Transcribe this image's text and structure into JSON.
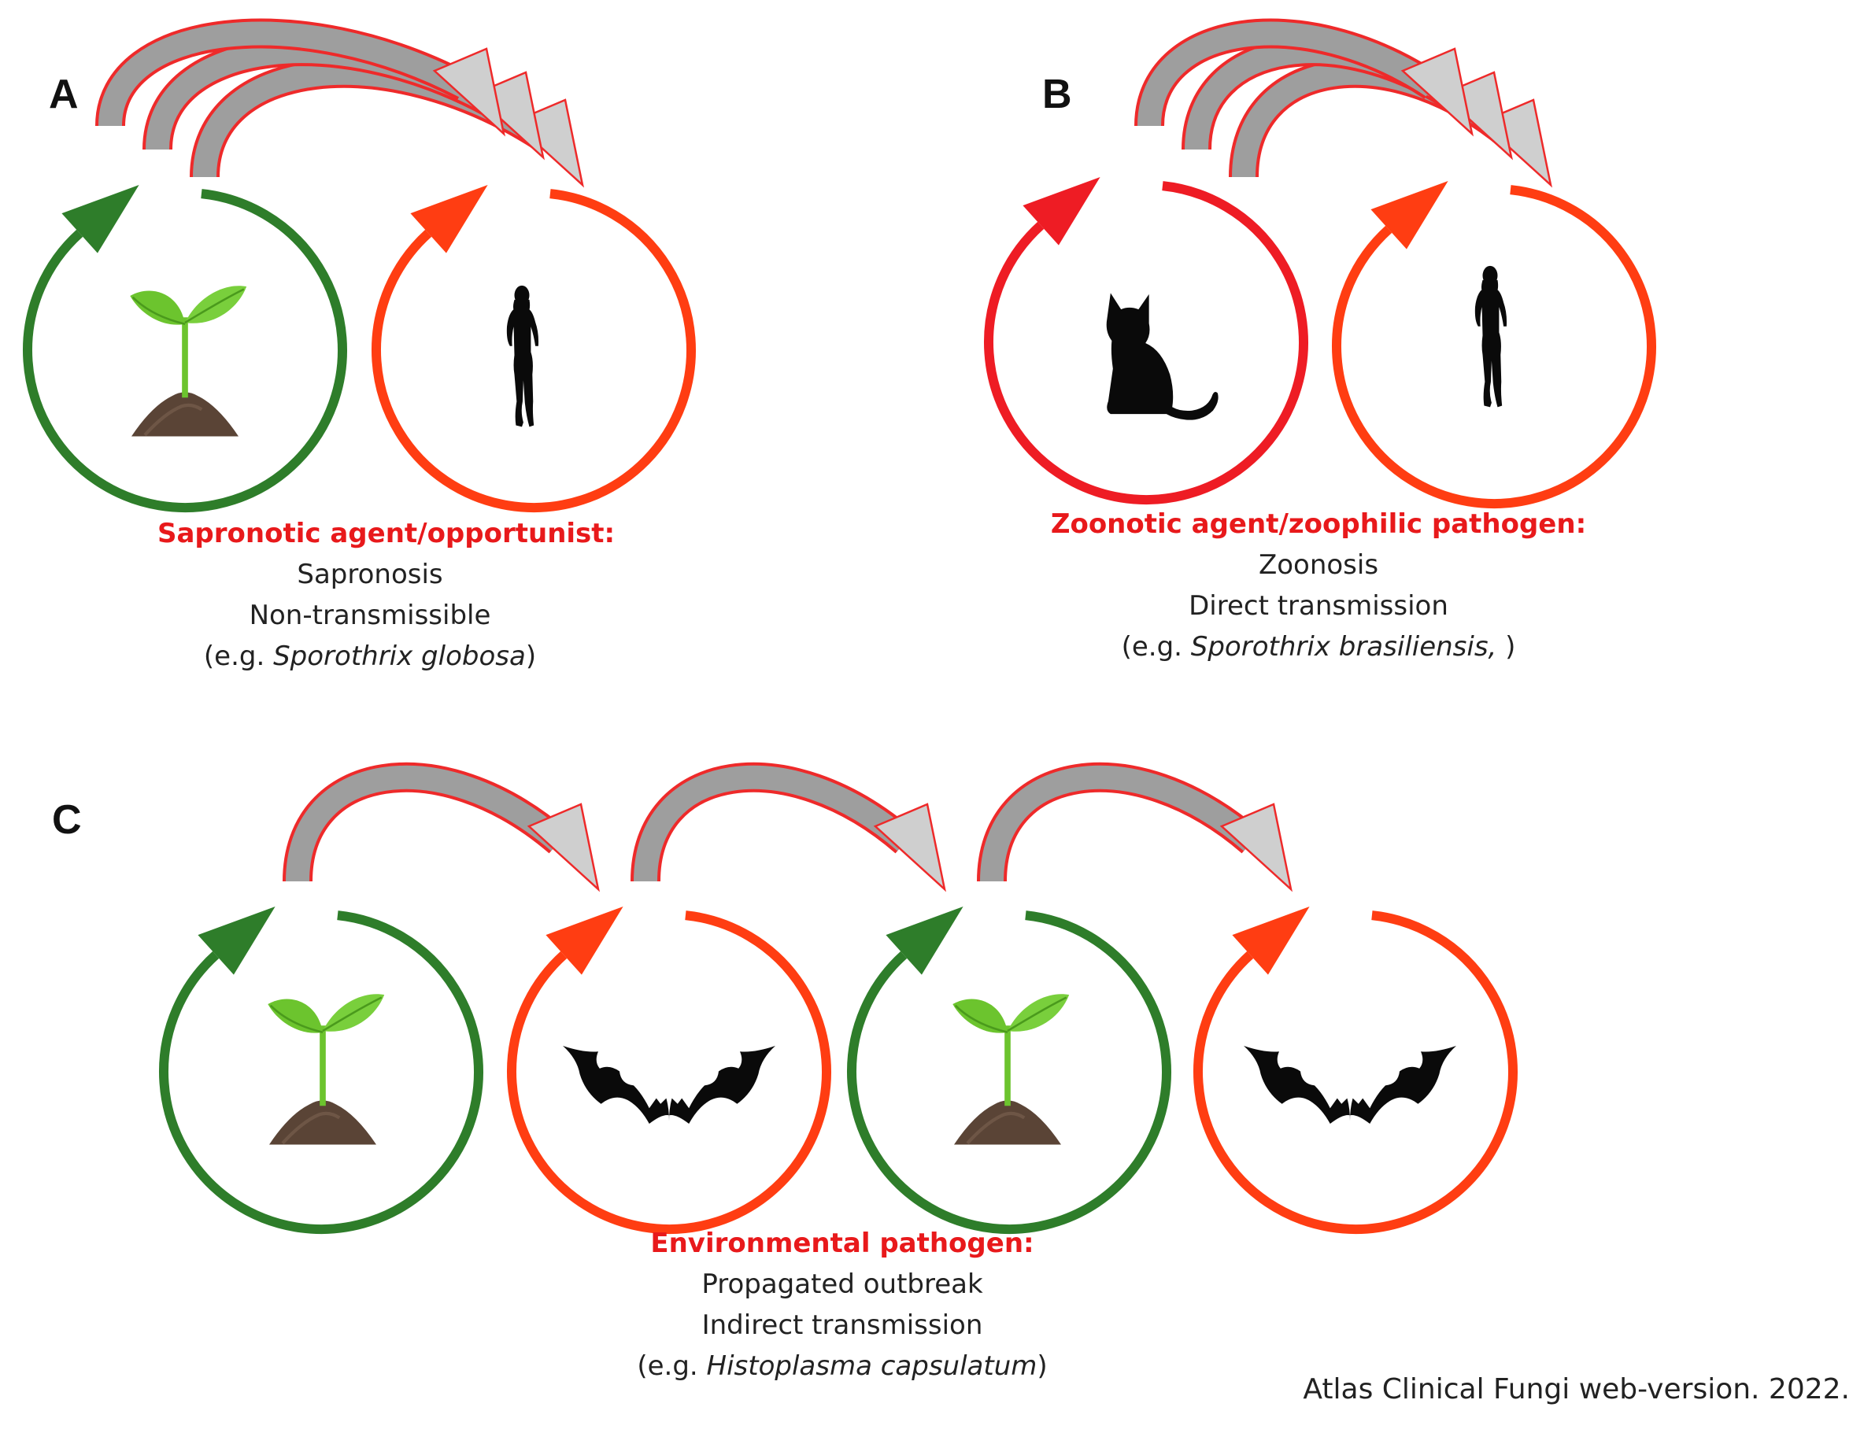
{
  "colors": {
    "green": "#2e7d2a",
    "red": "#ff3d12",
    "deep_red": "#ee1c24",
    "arrow_grey": "#9e9e9e",
    "arrow_outline": "#ee2a2a",
    "label_red": "#e8191b"
  },
  "icons": {
    "plant": "seedling-icon",
    "person": "walking-woman-icon",
    "cat": "cat-icon",
    "bat": "bat-icon"
  },
  "panel_a": {
    "letter": "A",
    "heading": "Sapronotic agent/opportunist:",
    "line1": "Sapronosis",
    "line2": "Non-transmissible",
    "example_prefix": "(e.g. ",
    "example_species": "Sporothrix  globosa",
    "example_suffix": ")"
  },
  "panel_b": {
    "letter": "B",
    "heading": "Zoonotic agent/zoophilic pathogen:",
    "line1": "Zoonosis",
    "line2": "Direct transmission",
    "example_prefix": "(e.g. ",
    "example_species": "Sporothrix  brasiliensis,",
    "example_suffix": " )"
  },
  "panel_c": {
    "letter": "C",
    "heading": "Environmental pathogen:",
    "line1": "Propagated outbreak",
    "line2": "Indirect transmission",
    "example_prefix": "(e.g. ",
    "example_species": "Histoplasma capsulatum",
    "example_suffix": ")"
  },
  "credit": "Atlas Clinical Fungi web-version. 2022."
}
